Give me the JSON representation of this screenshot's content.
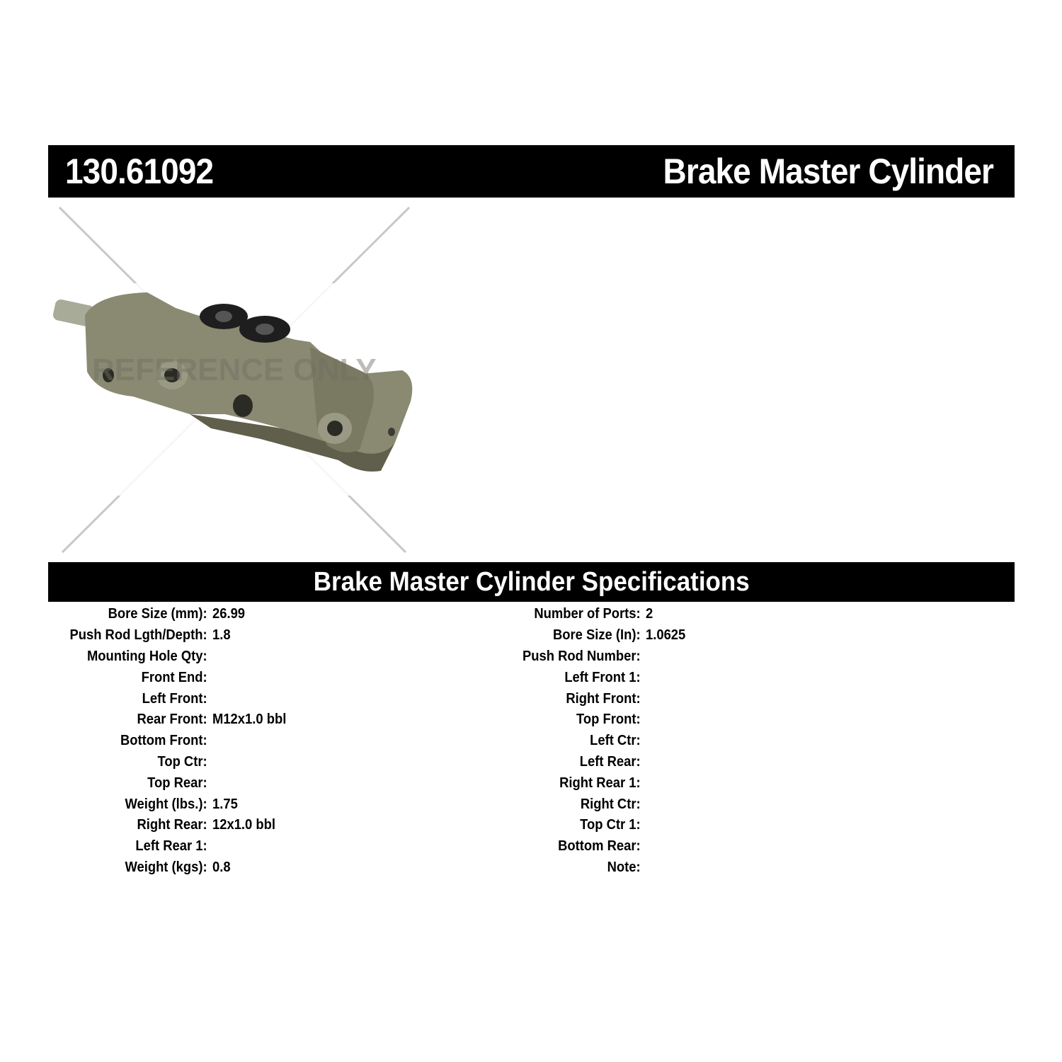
{
  "header": {
    "part_number": "130.61092",
    "part_name": "Brake Master Cylinder"
  },
  "image": {
    "alt": "Brake master cylinder product photo",
    "watermark": "REFERENCE ONLY",
    "colors": {
      "body": "#8a8a72",
      "shadow": "#5f5f4c",
      "seal": "#1e1e1e",
      "rod": "#a8ab98",
      "cross_lines": "#c8c8c8"
    }
  },
  "specs": {
    "title": "Brake Master Cylinder Specifications",
    "left": [
      {
        "label": "Bore Size (mm):",
        "value": "26.99"
      },
      {
        "label": "Push Rod Lgth/Depth:",
        "value": "1.8"
      },
      {
        "label": "Mounting Hole Qty:",
        "value": ""
      },
      {
        "label": "Front End:",
        "value": ""
      },
      {
        "label": "Left Front:",
        "value": ""
      },
      {
        "label": "Rear Front:",
        "value": "M12x1.0 bbl"
      },
      {
        "label": "Bottom Front:",
        "value": ""
      },
      {
        "label": "Top Ctr:",
        "value": ""
      },
      {
        "label": "Top Rear:",
        "value": ""
      },
      {
        "label": "Weight (lbs.):",
        "value": "1.75"
      },
      {
        "label": "Right Rear:",
        "value": "12x1.0 bbl"
      },
      {
        "label": "Left Rear 1:",
        "value": ""
      },
      {
        "label": "Weight (kgs):",
        "value": "0.8"
      }
    ],
    "right": [
      {
        "label": "Number of Ports:",
        "value": "2"
      },
      {
        "label": "Bore Size (In):",
        "value": "1.0625"
      },
      {
        "label": "Push Rod Number:",
        "value": ""
      },
      {
        "label": "Left Front 1:",
        "value": ""
      },
      {
        "label": "Right Front:",
        "value": ""
      },
      {
        "label": "Top Front:",
        "value": ""
      },
      {
        "label": "Left Ctr:",
        "value": ""
      },
      {
        "label": "Left Rear:",
        "value": ""
      },
      {
        "label": "Right Rear 1:",
        "value": ""
      },
      {
        "label": "Right Ctr:",
        "value": ""
      },
      {
        "label": "Top Ctr 1:",
        "value": ""
      },
      {
        "label": "Bottom Rear:",
        "value": ""
      },
      {
        "label": "Note:",
        "value": ""
      }
    ]
  }
}
